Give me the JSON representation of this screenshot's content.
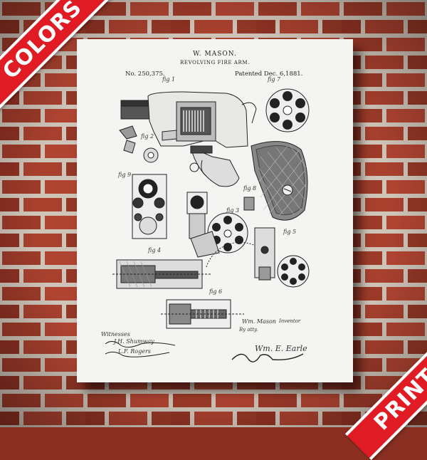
{
  "banners": {
    "top_left": "COLORS",
    "bottom_right": "PRINTS O"
  },
  "patent": {
    "inventor": "W. MASON.",
    "title": "REVOLVING FIRE ARM.",
    "number": "No. 250,375.",
    "patented": "Patented Dec. 6,1881.",
    "figures": [
      "fig 1",
      "fig 7",
      "fig 2",
      "fig 9",
      "fig 8",
      "fig 3",
      "fig 4",
      "fig 5",
      "fig 6"
    ],
    "witnesses_label": "Witnesses",
    "witness_1": "J.H. Shumway",
    "witness_2": "L.F. Rogers",
    "inventor_signature": "Wm. Mason",
    "inventor_label": "Inventor",
    "by_attys": "By atty.",
    "attorney_signature": "Wm. E. Earle"
  },
  "colors": {
    "brick": "#9a3a2a",
    "mortar": "#c9bfb5",
    "banner_red": "#e01b24",
    "paper": "#f4f4f2",
    "ink": "#222222"
  }
}
